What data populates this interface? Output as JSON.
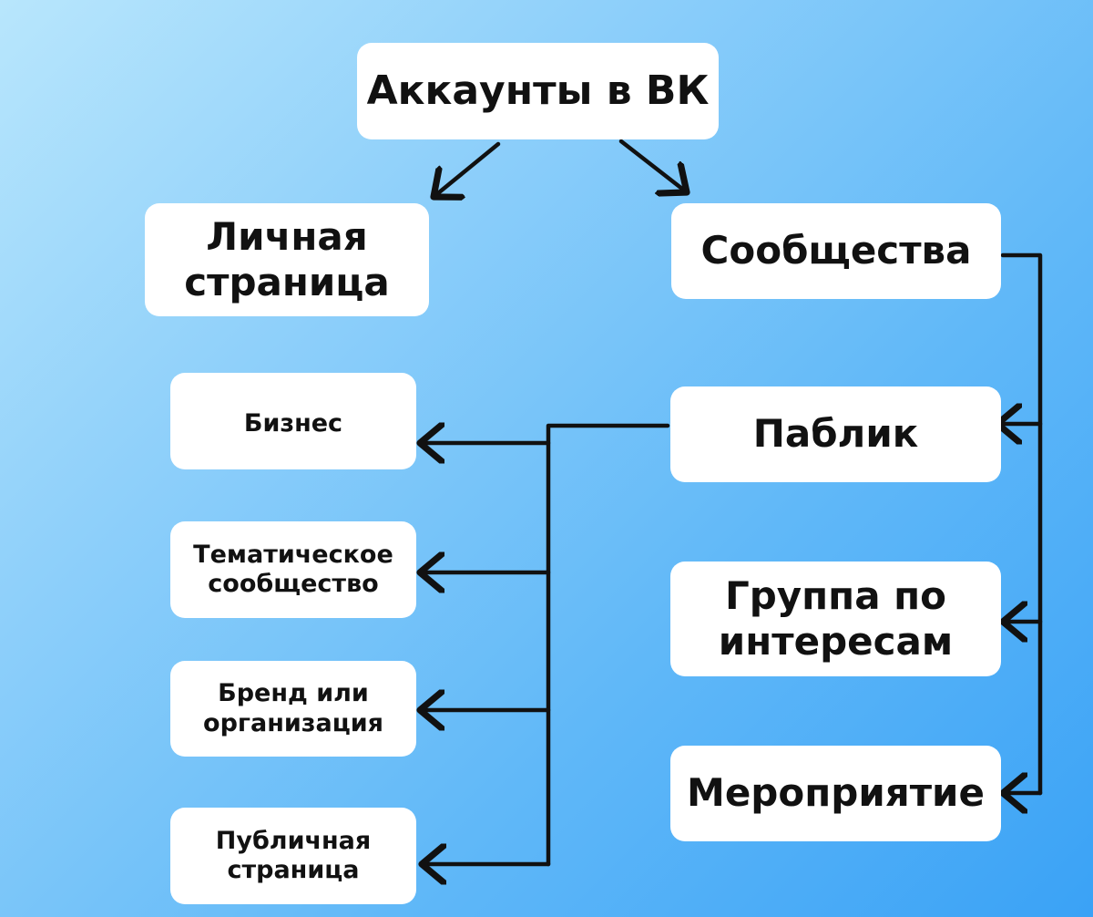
{
  "diagram": {
    "root": {
      "label": "Аккаунты в ВК"
    },
    "personal": {
      "label_line1": "Личная",
      "label_line2": "страница"
    },
    "communities": {
      "label": "Сообщества"
    },
    "community_types": {
      "public": {
        "label": "Паблик"
      },
      "interest_group": {
        "label_line1": "Группа по",
        "label_line2": "интересам"
      },
      "event": {
        "label": "Мероприятие"
      }
    },
    "public_categories": {
      "business": {
        "label": "Бизнес"
      },
      "thematic": {
        "label_line1": "Тематическое",
        "label_line2": "сообщество"
      },
      "brand": {
        "label_line1": "Бренд или",
        "label_line2": "организация"
      },
      "public_page": {
        "label_line1": "Публичная",
        "label_line2": "страница"
      }
    }
  },
  "colors": {
    "box": "#ffffff",
    "text": "#111111",
    "arrow": "#111111"
  }
}
